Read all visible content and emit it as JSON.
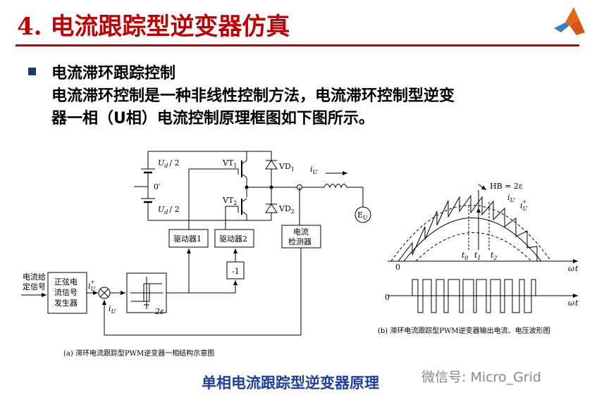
{
  "slide": {
    "title": "4. 电流跟踪型逆变器仿真",
    "bullet_heading": "电流滞环跟踪控制",
    "body_line1": "电流滞环控制是一种非线性控制方法，电流滞环控制型逆变",
    "body_line2": "器一相（U相）电流控制原理框图如下图所示。",
    "caption": "单相电流跟踪型逆变器原理",
    "watermark": "微信号: Micro_Grid"
  },
  "diagram_a": {
    "ud_top": "U",
    "ud_bottom": "U",
    "ud_sub": "d",
    "ud_suffix": "/ 2",
    "zero": "0′",
    "vt1": "VT",
    "vt1_sub": "1",
    "vt2": "VT",
    "vt2_sub": "2",
    "vd1": "VD",
    "vd1_sub": "1",
    "vd2": "VD",
    "vd2_sub": "2",
    "iu": "i",
    "iu_sub": "U",
    "eu": "E",
    "eu_sub": "U",
    "driver1": "驱动器1",
    "driver2": "驱动器2",
    "detector_l1": "电流",
    "detector_l2": "检测器",
    "neg1": "-1",
    "input_l1": "电流给",
    "input_l2": "定信号",
    "gen_l1": "正弦电",
    "gen_l2": "流信号",
    "gen_l3": "发生器",
    "iu_ref": "i",
    "iu_fb": "i",
    "twoeps": "2ε",
    "label": "(a)  滞环电流跟踪型PWM逆变器一相结构示意图"
  },
  "diagram_b": {
    "hb": "HB = 2ε",
    "iu": "i",
    "iu_sub": "U",
    "iu_ref": "i",
    "iu_ref_sub": "U",
    "star": "*",
    "t0": "t",
    "t0_sub": "0",
    "t1": "t",
    "t1_sub": "1",
    "t2": "t",
    "t2_sub": "2",
    "zero_top": "0",
    "zero_bottom": "0",
    "wt_top": "ω",
    "wt_bottom": "ω",
    "t_suffix": "t",
    "label": "(b)  滞环电流跟踪型PWM逆变器输出电流、电压波形图"
  },
  "colors": {
    "title_red": "#c00000",
    "caption_blue": "#1f3fa0",
    "bullet": "#1f3864",
    "watermark": "#888888",
    "logo": "matlab-logo"
  }
}
